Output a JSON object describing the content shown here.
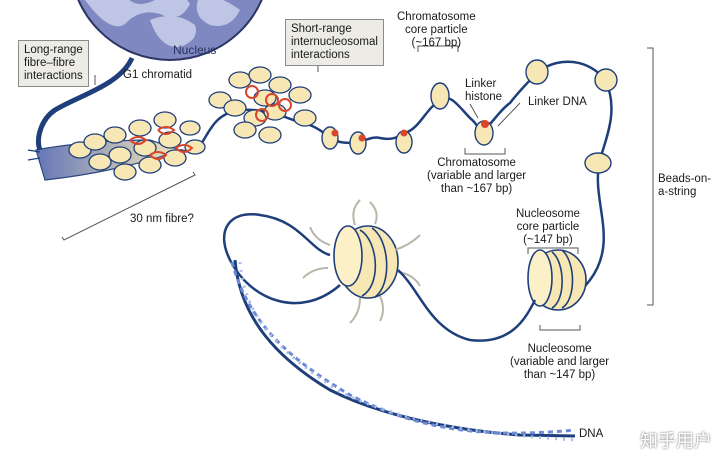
{
  "labels": {
    "nucleus": "Nucleus",
    "g1_chromatid": "G1 chromatid",
    "long_range": [
      "Long-range",
      "fibre–fibre",
      "interactions"
    ],
    "short_range": [
      "Short-range",
      "internucleosomal",
      "interactions"
    ],
    "chromatosome_core": [
      "Chromatosome",
      "core particle",
      "(~167 bp)"
    ],
    "linker_histone": [
      "Linker",
      "histone"
    ],
    "linker_dna": "Linker DNA",
    "chromatosome": [
      "Chromatosome",
      "(variable and larger",
      "than ~167 bp)"
    ],
    "beads_on_string": [
      "Beads-on-",
      "a-string"
    ],
    "fibre_30nm": "30 nm fibre?",
    "nucleosome_core": [
      "Nucleosome",
      "core particle",
      "(~147 bp)"
    ],
    "nucleosome": [
      "Nucleosome",
      "(variable and larger",
      "than ~147 bp)"
    ],
    "dna": "DNA"
  },
  "watermark": "知乎用户",
  "colors": {
    "dna_strand": "#1f3f7a",
    "histone_fill": "#f6e7b4",
    "histone_stripe": "#1f3f7a",
    "linker_histone": "#d9462b",
    "nucleus_fill": "#7f88c0"
  }
}
